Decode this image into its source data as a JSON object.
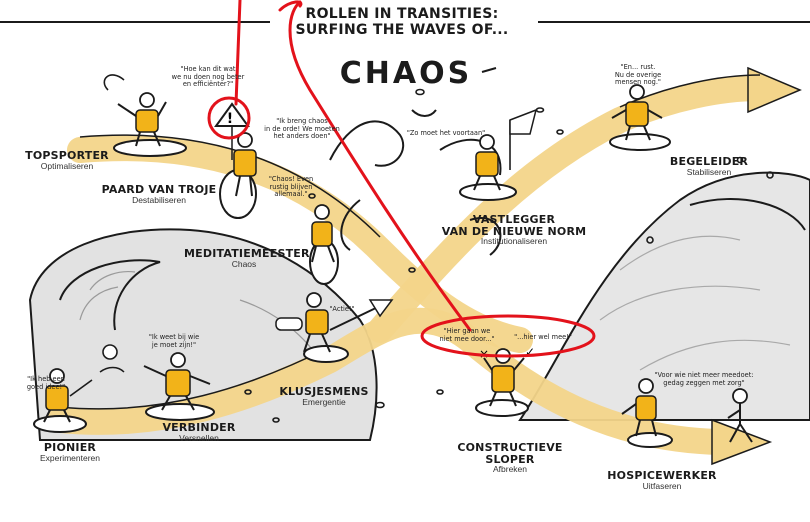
{
  "title": {
    "line1": "ROLLEN IN TRANSITIES:",
    "line2": "SURFING THE WAVES OF...",
    "main": "CHAOS"
  },
  "colors": {
    "ink": "#1b1b1b",
    "surfer_yellow": "#f2b319",
    "wave_yellow": "#f3d58a",
    "wave_grey": "#d7d7d7",
    "annotation_red": "#e3121b"
  },
  "roles": [
    {
      "id": "topsporter",
      "name": "TOPSPORTER",
      "sub": "Optimaliseren",
      "quote": "\"Hoe kan dit wat\nwe nu doen nog beter\nen efficiënter?\""
    },
    {
      "id": "paard",
      "name": "PAARD VAN TROJE",
      "sub": "Destabiliseren",
      "quote": "\"Ik breng chaos\nin de orde! We moeten\nhet anders doen\""
    },
    {
      "id": "meditatie",
      "name": "MEDITATIEMEESTER",
      "sub": "Chaos",
      "quote": "\"Chaos! Even\nrustig blijven\nallemaal.\""
    },
    {
      "id": "klusjes",
      "name": "KLUSJESMENS",
      "sub": "Emergentie",
      "quote": "\"Actie!\""
    },
    {
      "id": "verbinder",
      "name": "VERBINDER",
      "sub": "Versnellen",
      "quote": "\"Ik weet bij wie\nje moet zijn!\""
    },
    {
      "id": "pionier",
      "name": "PIONIER",
      "sub": "Experimenteren",
      "quote": "\"Ik heb een\ngoed idee!\""
    },
    {
      "id": "vastlegger",
      "name": "VASTLEGGER\nVAN DE NIEUWE NORM",
      "sub": "Institutionaliseren",
      "quote": "\"Zo moet het voortaan\""
    },
    {
      "id": "begeleider",
      "name": "BEGELEIDER",
      "sub": "Stabiliseren",
      "quote": "\"En... rust.\nNu de overige\nmensen nog.\""
    },
    {
      "id": "sloper",
      "name": "CONSTRUCTIEVE\nSLOPER",
      "sub": "Afbreken",
      "quote": "\"Hier gaan we\nniet mee door...\"",
      "quote2": "\"...hier wel mee!\""
    },
    {
      "id": "hospice",
      "name": "HOSPICEWERKER",
      "sub": "Uitfaseren",
      "quote": "\"Voor wie niet meer meedoet:\ngedag zeggen met zorg\""
    }
  ]
}
